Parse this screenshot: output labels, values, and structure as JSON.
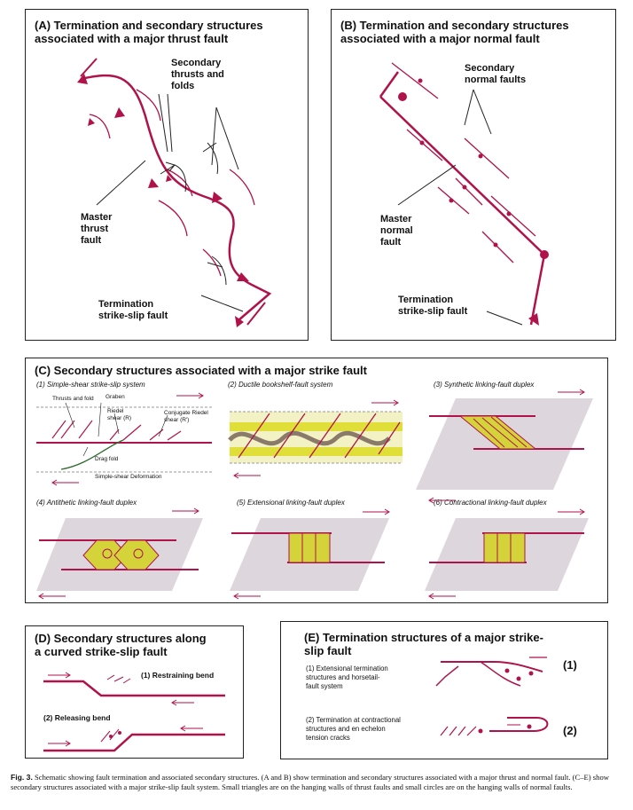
{
  "panel_a": {
    "title": "(A) Termination and secondary structures\nassociated with a major thrust fault",
    "secondary_label": "Secondary\nthrusts and\nfolds",
    "master_label": "Master\nthrust\nfault",
    "termination_label": "Termination\nstrike-slip fault"
  },
  "panel_b": {
    "title": "(B) Termination and secondary structures\nassociated with a major normal fault",
    "secondary_label": "Secondary\nnormal faults",
    "master_label": "Master\nnormal\nfault",
    "termination_label": "Termination\nstrike-slip fault"
  },
  "panel_c": {
    "title": "(C) Secondary structures associated with a major strike fault",
    "sub1": "(1) Simple-shear strike-slip system",
    "sub2": "(2) Ductile bookshelf-fault system",
    "sub3": "(3) Synthetic linking-fault duplex",
    "sub4": "(4) Antithetic linking-fault duplex",
    "sub5": "(5) Extensional linking-fault duplex",
    "sub6": "(6) Contractional linking-fault duplex",
    "thrusts_and_fold": "Thrusts and fold",
    "graben": "Graben",
    "riedel": "Riedel\nshear (R)",
    "conjugate_riedel": "Conjugate Riedel\nshear (R')",
    "drag_fold": "Drag fold",
    "simple_shear": "Simple-shear Deformation"
  },
  "panel_d": {
    "title": "(D) Secondary structures along\na curved strike-slip fault",
    "restraining": "(1) Restraining bend",
    "releasing": "(2) Releasing bend"
  },
  "panel_e": {
    "title": "(E) Termination structures of a major strike-\nslip fault",
    "item1": "(1) Extensional termination\nstructures and horsetail-\nfault system",
    "item2": "(2) Termination at contractional\nstructures and en echelon\ntension cracks",
    "marker1": "(1)",
    "marker2": "(2)"
  },
  "caption": {
    "label": "Fig. 3.",
    "text": "Schematic showing fault termination and associated secondary structures. (A and B) show termination and secondary structures associated with a major thrust and normal fault. (C–E) show secondary structures associated with a major strike-slip fault system. Small triangles are on the hanging walls of thrust faults and small circles are on the hanging walls of normal faults."
  },
  "colors": {
    "fault": "#b0124a",
    "duplex_fill": "#d4d43a",
    "shade": "#ddd6dd"
  }
}
